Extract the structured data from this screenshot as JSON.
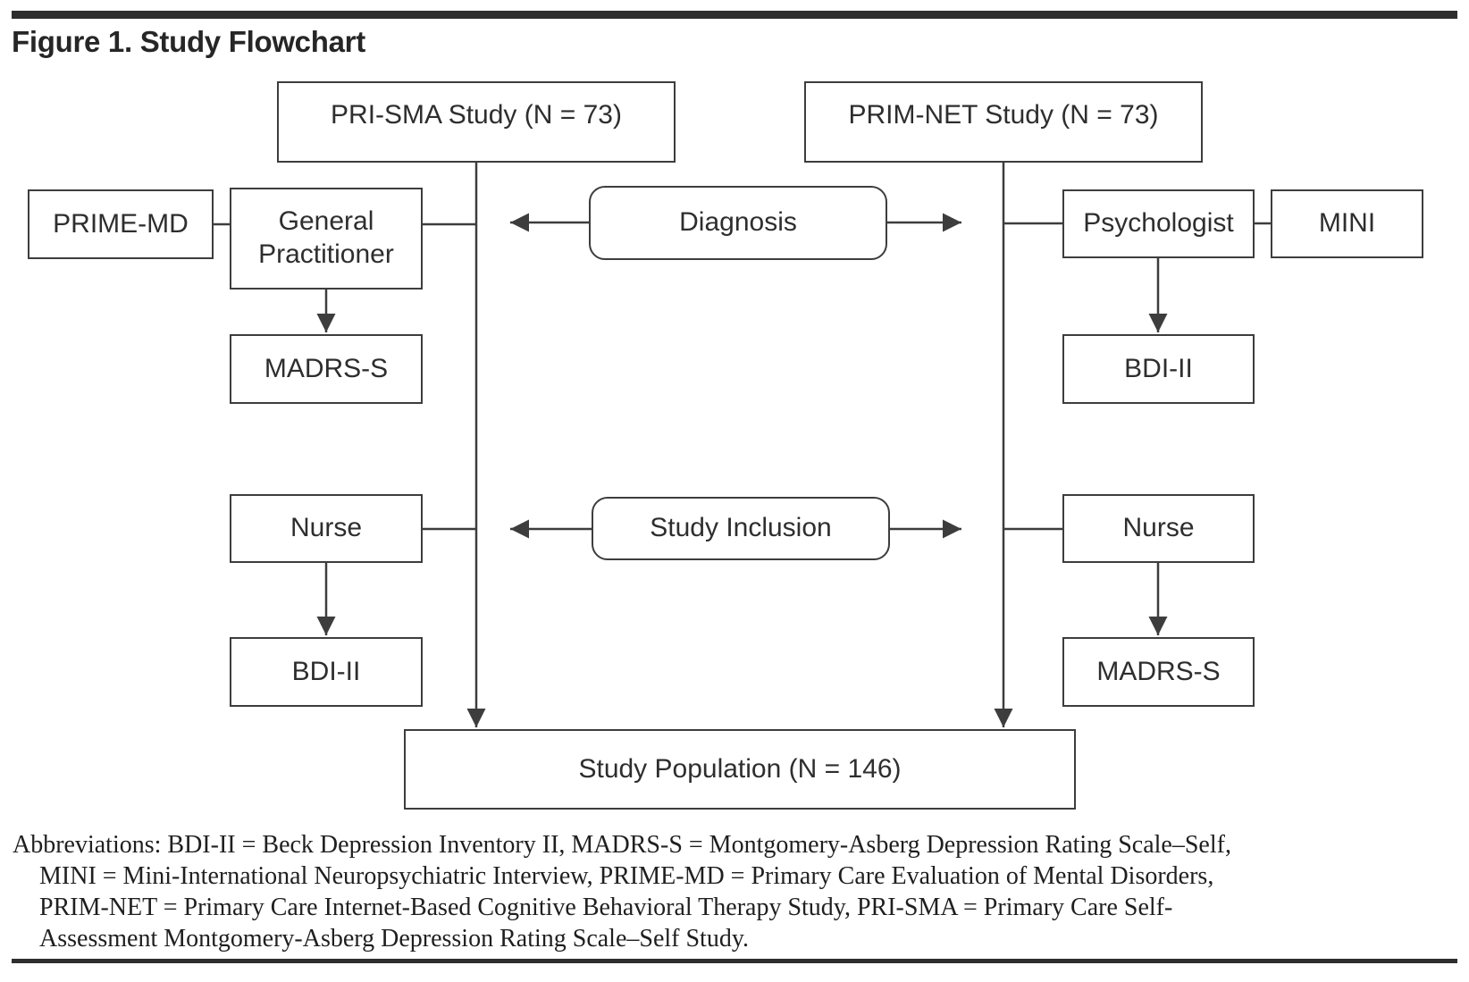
{
  "figure": {
    "title": "Figure 1. Study Flowchart"
  },
  "flowchart": {
    "boxes": {
      "pri_sma": "PRI-SMA Study (N = 73)",
      "prim_net": "PRIM-NET Study (N = 73)",
      "prime_md": "PRIME-MD",
      "general_practitioner": "General Practitioner",
      "diagnosis": "Diagnosis",
      "psychologist": "Psychologist",
      "mini": "MINI",
      "madrs_left": "MADRS-S",
      "bdi_right": "BDI-II",
      "nurse_left": "Nurse",
      "study_inclusion": "Study Inclusion",
      "nurse_right": "Nurse",
      "bdi_left": "BDI-II",
      "madrs_right": "MADRS-S",
      "study_population": "Study Population (N = 146)"
    },
    "colors": {
      "stroke": "#3d3d3d",
      "text": "#2e2e2e",
      "rule": "#2e2e2e"
    }
  },
  "abbreviations": {
    "lines": [
      "Abbreviations: BDI-II = Beck Depression Inventory II, MADRS-S = Montgomery-Asberg Depression Rating Scale–Self,",
      "MINI = Mini-International Neuropsychiatric Interview, PRIME-MD = Primary Care Evaluation of Mental Disorders,",
      "PRIM-NET = Primary Care Internet-Based Cognitive Behavioral Therapy Study, PRI-SMA = Primary Care Self-",
      "Assessment Montgomery-Asberg Depression Rating Scale–Self Study."
    ]
  }
}
